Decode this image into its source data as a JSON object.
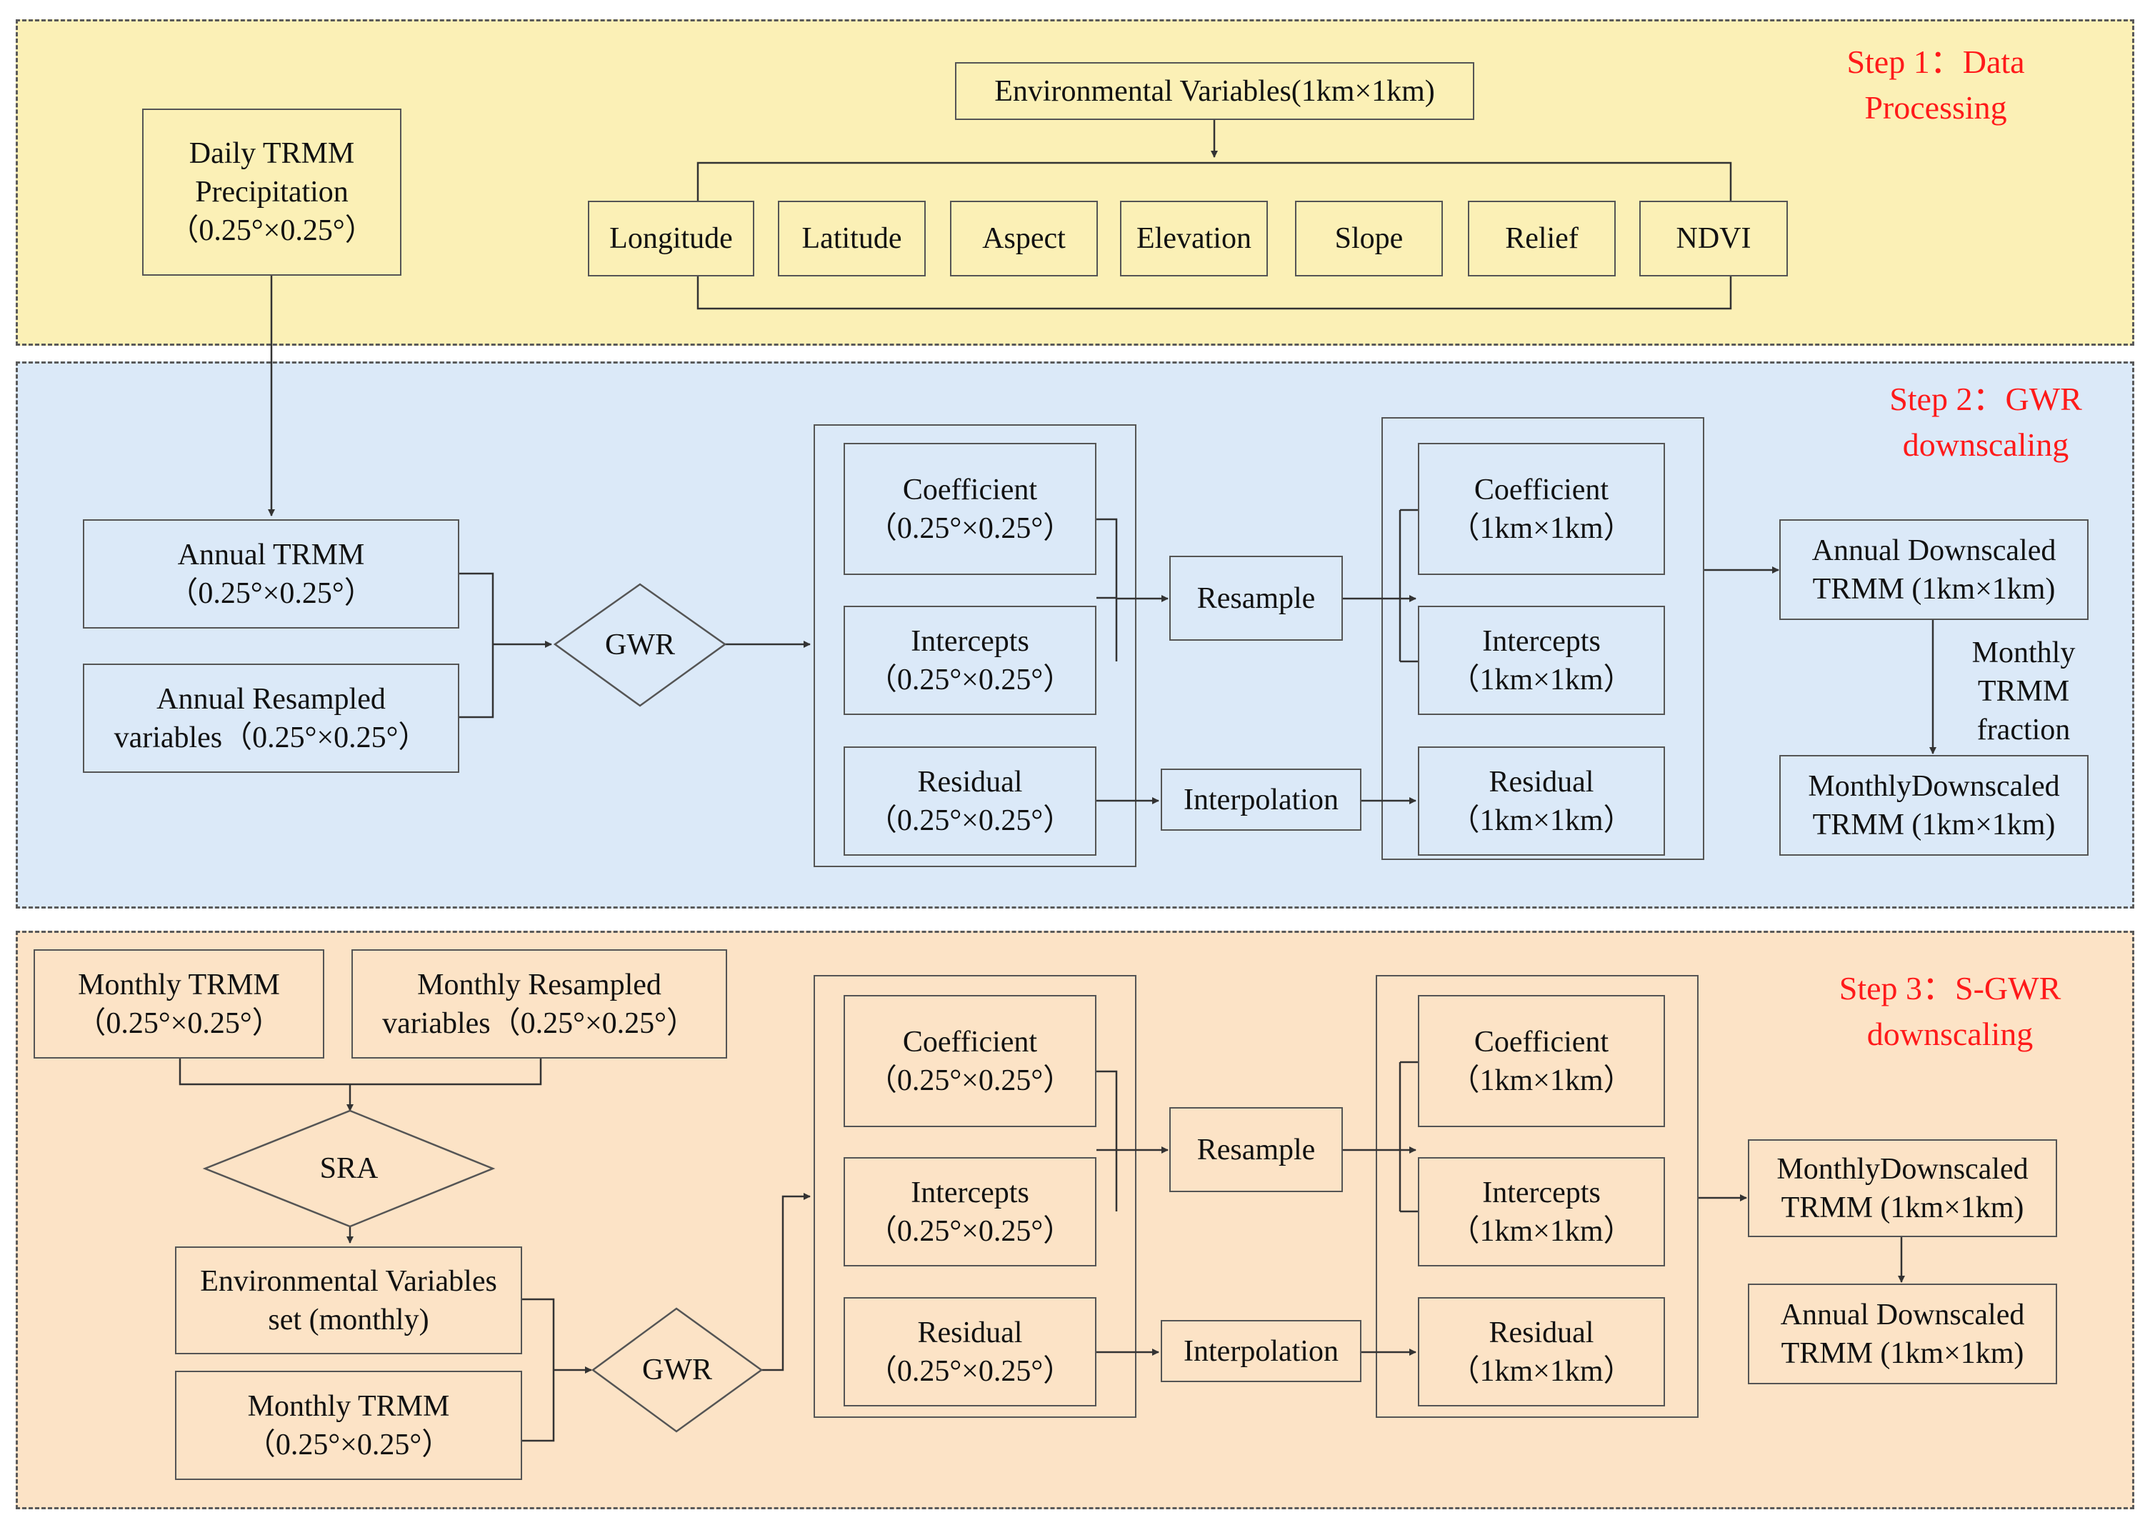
{
  "colors": {
    "step1_bg": "#fbf0b6",
    "step2_bg": "#dbe9f8",
    "step3_bg": "#fce3c6",
    "step_label": "#ff1a1a"
  },
  "step1": {
    "title_line1": "Step 1：Data",
    "title_line2": "Processing",
    "daily_trmm": [
      "Daily TRMM",
      "Precipitation",
      "（0.25°×0.25°）"
    ],
    "env_vars": "Environmental Variables(1km×1km)",
    "variables": [
      "Longitude",
      "Latitude",
      "Aspect",
      "Elevation",
      "Slope",
      "Relief",
      "NDVI"
    ]
  },
  "step2": {
    "title_line1": "Step 2：GWR",
    "title_line2": "downscaling",
    "annual_trmm": [
      "Annual TRMM",
      "（0.25°×0.25°）"
    ],
    "annual_resampled": [
      "Annual Resampled",
      "variables（0.25°×0.25°）"
    ],
    "gwr": "GWR",
    "coef_coarse": [
      "Coefficient",
      "（0.25°×0.25°）"
    ],
    "intercepts_coarse": [
      "Intercepts",
      "（0.25°×0.25°）"
    ],
    "residual_coarse": [
      "Residual",
      "（0.25°×0.25°）"
    ],
    "resample": "Resample",
    "interpolation": "Interpolation",
    "coef_fine": [
      "Coefficient",
      "（1km×1km）"
    ],
    "intercepts_fine": [
      "Intercepts",
      "（1km×1km）"
    ],
    "residual_fine": [
      "Residual",
      "（1km×1km）"
    ],
    "annual_downscaled": [
      "Annual Downscaled",
      "TRMM (1km×1km)"
    ],
    "monthly_fraction": [
      "Monthly",
      "TRMM",
      "fraction"
    ],
    "monthly_downscaled": [
      "MonthlyDownscaled",
      "TRMM (1km×1km)"
    ]
  },
  "step3": {
    "title_line1": "Step 3：S-GWR",
    "title_line2": "downscaling",
    "monthly_trmm_top": [
      "Monthly TRMM",
      "（0.25°×0.25°）"
    ],
    "monthly_resampled": [
      "Monthly Resampled",
      "variables（0.25°×0.25°）"
    ],
    "sra": "SRA",
    "env_set": [
      "Environmental Variables",
      "set (monthly)"
    ],
    "monthly_trmm_bottom": [
      "Monthly TRMM",
      "（0.25°×0.25°）"
    ],
    "gwr": "GWR",
    "coef_coarse": [
      "Coefficient",
      "（0.25°×0.25°）"
    ],
    "intercepts_coarse": [
      "Intercepts",
      "（0.25°×0.25°）"
    ],
    "residual_coarse": [
      "Residual",
      "（0.25°×0.25°）"
    ],
    "resample": "Resample",
    "interpolation": "Interpolation",
    "coef_fine": [
      "Coefficient",
      "（1km×1km）"
    ],
    "intercepts_fine": [
      "Intercepts",
      "（1km×1km）"
    ],
    "residual_fine": [
      "Residual",
      "（1km×1km）"
    ],
    "monthly_downscaled": [
      "MonthlyDownscaled",
      "TRMM (1km×1km)"
    ],
    "annual_downscaled": [
      "Annual Downscaled",
      "TRMM (1km×1km)"
    ]
  }
}
